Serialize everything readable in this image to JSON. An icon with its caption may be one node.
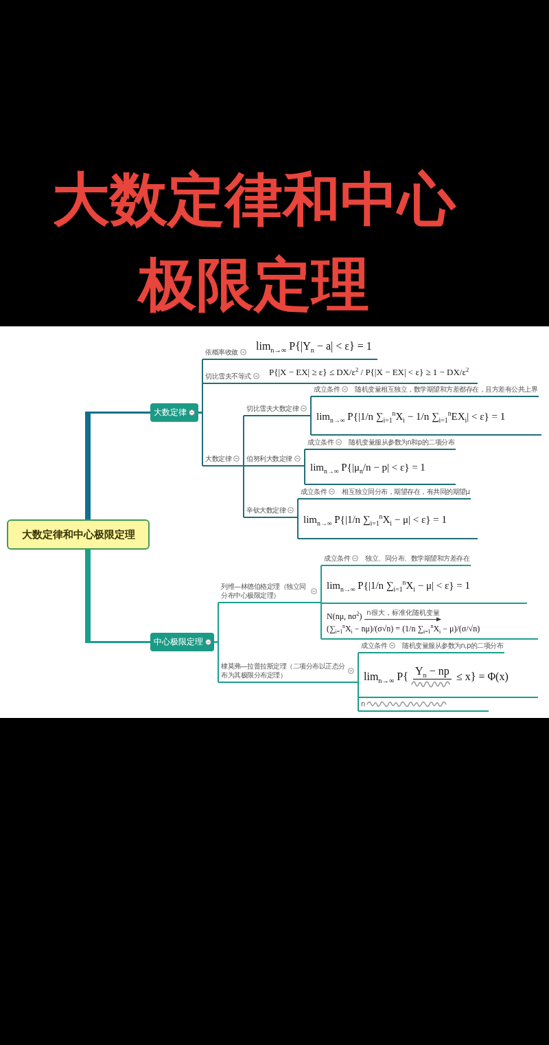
{
  "diagram": {
    "title": "大数定律和中心极限定理",
    "nodes": [
      {
        "text": [
          "大数定律和中心极限定理"
        ]
      },
      {
        "text": [
          "大数定律"
        ]
      },
      {
        "text": [
          "依概率收敛"
        ]
      },
      {
        "text": [
          "lim$_{n→∞}$ P{|Y$_{n}$ − a| < ε} = 1"
        ]
      },
      {
        "text": [
          "切比雪夫不等式"
        ]
      },
      {
        "text": [
          "P{|X − EX| ≥ ε} ≤ DX/ε$^{2}$ / P{|X − EX| < ε} ≥ 1 − DX/ε$^{2}$"
        ]
      },
      {
        "text": [
          "大数定律"
        ]
      },
      {
        "text": [
          "切比雪夫大数定律"
        ]
      },
      {
        "text": [
          "成立条件"
        ]
      },
      {
        "text": [
          "随机变量相互独立，数学期望和方差都存在，且方差有公共上界"
        ]
      },
      {
        "text": [
          "lim$_{n→∞}$ P{|1/n ∑$_{i=1}$$^{n}$X$_{i}$ − 1/n ∑$_{i=1}$$^{n}$EX$_{i}$| < ε} = 1"
        ]
      },
      {
        "text": [
          "伯努利大数定律"
        ]
      },
      {
        "text": [
          "成立条件"
        ]
      },
      {
        "text": [
          "随机变量服从参数为n和p的二项分布"
        ]
      },
      {
        "text": [
          "lim$_{n→∞}$ P{|μ$_{n}$/n − p| < ε} = 1"
        ]
      },
      {
        "text": [
          "辛钦大数定律"
        ]
      },
      {
        "text": [
          "成立条件"
        ]
      },
      {
        "text": [
          "相互独立同分布，期望存在，有共同的期望μ"
        ]
      },
      {
        "text": [
          "lim$_{n→∞}$ P{|1/n ∑$_{i=1}$$^{n}$X$_{i}$ − μ| < ε} = 1"
        ]
      },
      {
        "text": [
          "中心极限定理"
        ]
      },
      {
        "text": [
          "列维—林德伯格定理（独立同分布中心极限定理）"
        ]
      },
      {
        "text": [
          "成立条件"
        ]
      },
      {
        "text": [
          "独立、同分布、数学期望和方差存在"
        ]
      },
      {
        "text": [
          "lim$_{n→∞}$ P{|1/n ∑$_{i=1}$$^{n}$X$_{i}$ − μ| < ε} = 1"
        ]
      },
      {
        "text": [
          "N(nμ, nσ$^{2}$)",
          "n很大，标准化随机变量",
          "(∑$_{i=1}$$^{n}$X$_{i}$ − nμ)/(σ√n) = (1/n ∑$_{i=1}$$^{n}$X$_{i}$ − μ)/(σ/√n)"
        ]
      },
      {
        "text": [
          "棣莫弗—拉普拉斯定理（二项分布以正态分布为其极限分布定理）"
        ]
      },
      {
        "text": [
          "成立条件"
        ]
      },
      {
        "text": [
          "随机变量服从参数为n,p的二项分布"
        ]
      },
      {
        "text": [
          "lim$_{n→∞}$ P{",
          "Y$_{n}$ − np",
          "≤ x} = Φ(x)"
        ]
      },
      {
        "text": [
          "n"
        ]
      }
    ],
    "edges": [
      {
        "from": 0,
        "to": 1,
        "arrow": "none",
        "style": "thick",
        "color": "#126e8e"
      },
      {
        "from": 0,
        "to": 19,
        "arrow": "none",
        "style": "thick",
        "color": "#1b9e8c"
      },
      {
        "from": 1,
        "to": 2,
        "arrow": "none"
      },
      {
        "from": 1,
        "to": 4,
        "arrow": "none"
      },
      {
        "from": 1,
        "to": 6,
        "arrow": "none"
      },
      {
        "from": 2,
        "to": 3,
        "arrow": "none"
      },
      {
        "from": 4,
        "to": 5,
        "arrow": "none"
      },
      {
        "from": 6,
        "to": 7,
        "arrow": "none"
      },
      {
        "from": 6,
        "to": 11,
        "arrow": "none"
      },
      {
        "from": 6,
        "to": 15,
        "arrow": "none"
      },
      {
        "from": 7,
        "to": 8,
        "arrow": "none"
      },
      {
        "from": 8,
        "to": 9,
        "arrow": "none"
      },
      {
        "from": 7,
        "to": 10,
        "arrow": "none"
      },
      {
        "from": 11,
        "to": 12,
        "arrow": "none"
      },
      {
        "from": 12,
        "to": 13,
        "arrow": "none"
      },
      {
        "from": 11,
        "to": 14,
        "arrow": "none"
      },
      {
        "from": 15,
        "to": 16,
        "arrow": "none"
      },
      {
        "from": 16,
        "to": 17,
        "arrow": "none"
      },
      {
        "from": 15,
        "to": 18,
        "arrow": "none"
      },
      {
        "from": 19,
        "to": 20,
        "arrow": "none",
        "color": "#1b9e8c"
      },
      {
        "from": 19,
        "to": 25,
        "arrow": "none",
        "color": "#1b9e8c"
      },
      {
        "from": 20,
        "to": 21,
        "arrow": "none",
        "color": "#1b9e8c"
      },
      {
        "from": 21,
        "to": 22,
        "arrow": "none",
        "color": "#1b9e8c"
      },
      {
        "from": 20,
        "to": 23,
        "arrow": "none",
        "color": "#1b9e8c"
      },
      {
        "from": 20,
        "to": 24,
        "arrow": "none",
        "color": "#1b9e8c"
      },
      {
        "from": 25,
        "to": 26,
        "arrow": "none",
        "color": "#1b9e8c"
      },
      {
        "from": 26,
        "to": 27,
        "arrow": "none",
        "color": "#1b9e8c"
      },
      {
        "from": 25,
        "to": 28,
        "arrow": "none",
        "color": "#1b9e8c"
      },
      {
        "from": 25,
        "to": 29,
        "arrow": "none",
        "color": "#1b9e8c"
      }
    ]
  }
}
